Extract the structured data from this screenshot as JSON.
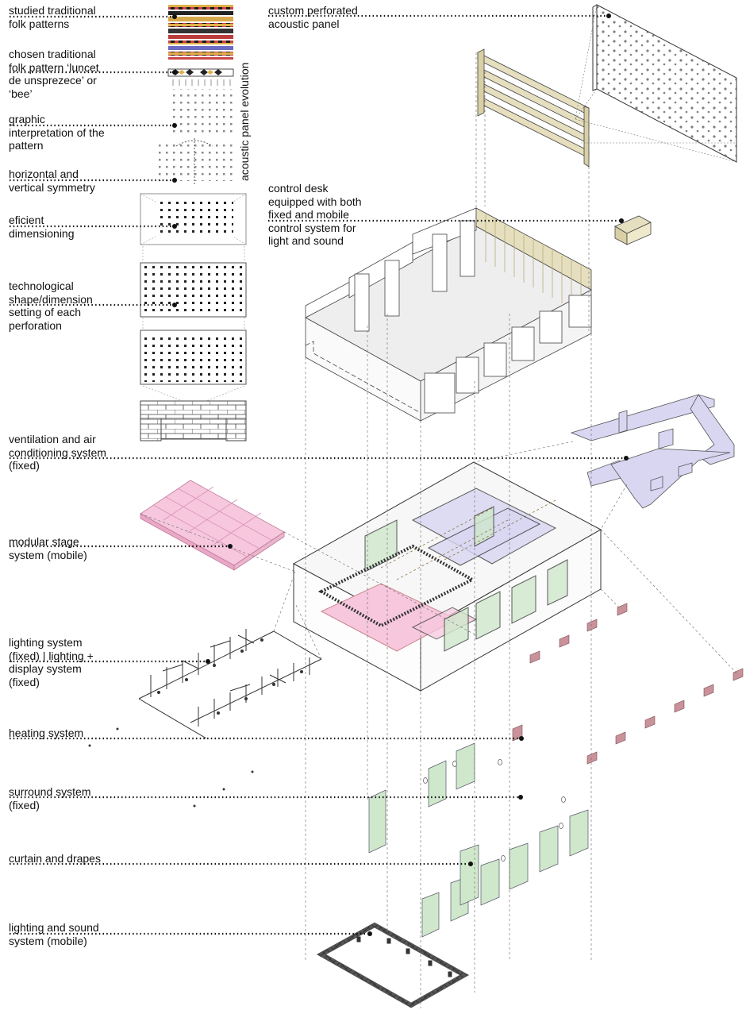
{
  "labels": {
    "studied_patterns": "studied traditional\nfolk patterns",
    "chosen_pattern": "chosen traditional\nfolk pattern ‘luncet\nde unsprezece’ or\n‘bee’",
    "graphic_interpretation": "graphic\ninterpretation of the\npattern",
    "symmetry": "horizontal and\nvertical symmetry",
    "dimensioning": "eficient\ndimensioning",
    "technological": "technological\nshape/dimension\nsetting of each\nperforation",
    "panel_evolution": "acoustic panel evolution",
    "custom_panel": "custom perforated\nacoustic panel",
    "control_desk": "control desk\nequipped with both\nfixed and mobile\ncontrol system for\nlight and sound",
    "ventilation": "ventilation and air\nconditioning system\n(fixed)",
    "modular_stage": "modular stage\nsystem (mobile)",
    "lighting_fixed": "lighting system\n(fixed) | lighting +\ndisplay system\n(fixed)",
    "heating": "heating system",
    "surround": "surround system\n(fixed)",
    "curtains": "curtain and drapes",
    "lighting_mobile": "lighting and sound\nsystem (mobile)"
  },
  "colors": {
    "ink": "#111111",
    "stage_pink": "#f6c7dd",
    "acoustic_tan": "#e6dfbf",
    "duct_lavender": "#d9d6f2",
    "curtain_green": "#cfe8cc",
    "heater_mauve": "#c9929a",
    "floor_gray": "#eeeeee"
  }
}
